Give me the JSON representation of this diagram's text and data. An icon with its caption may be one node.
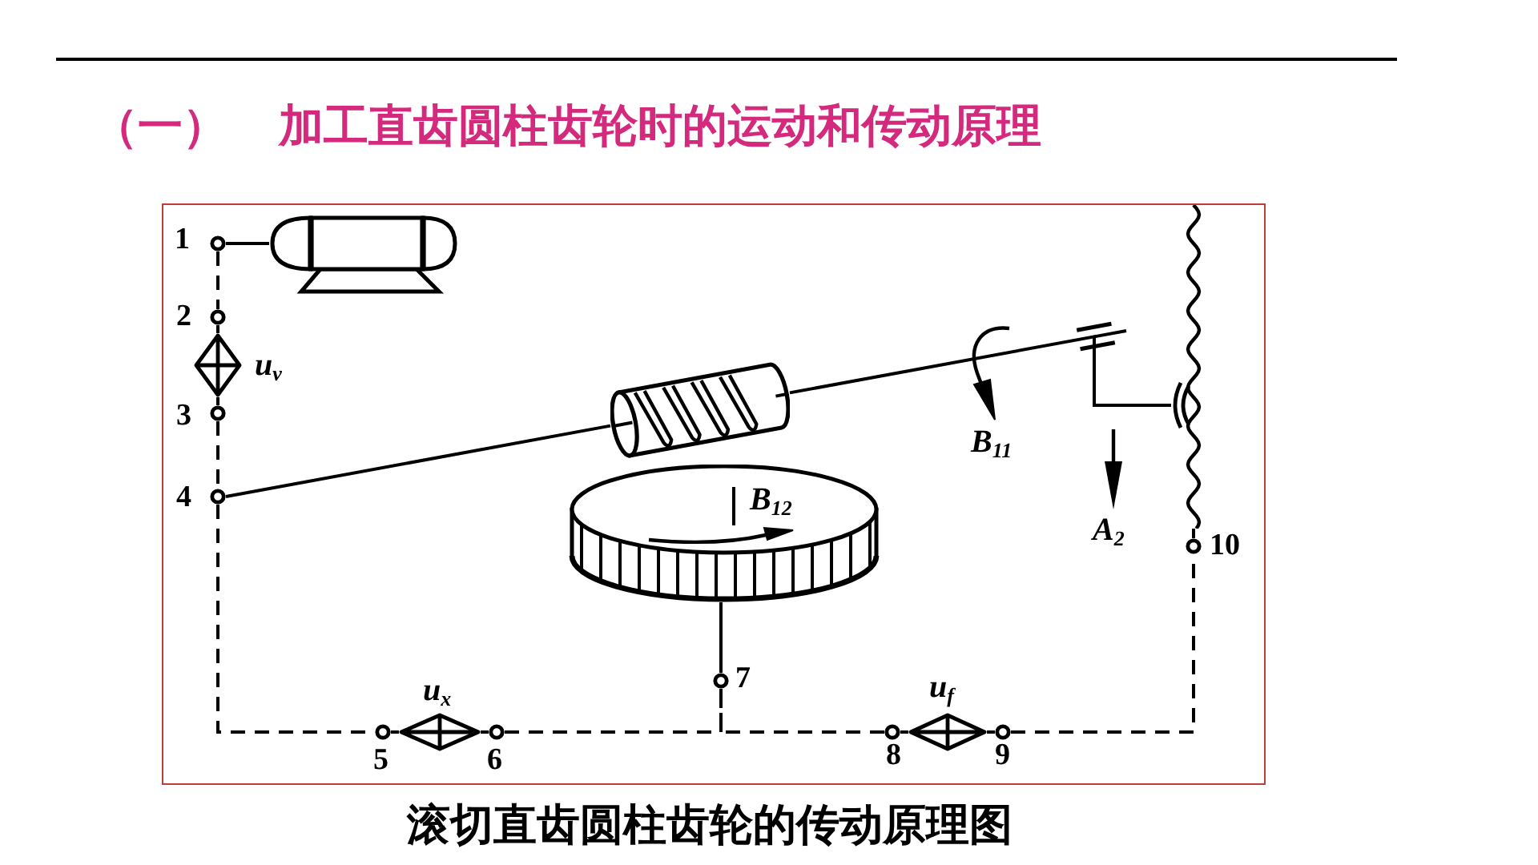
{
  "diagram": {
    "title": "（一） 加工直齿圆柱齿轮时的运动和传动原理",
    "caption": "滚切直齿圆柱齿轮的传动原理图",
    "nodes": [
      {
        "text": [],
        "shape": "circle",
        "beside": [
          "1"
        ]
      },
      {
        "text": [],
        "shape": "picture"
      },
      {
        "text": [],
        "shape": "circle",
        "beside": [
          "2"
        ]
      },
      {
        "text": [],
        "shape": "diamond",
        "beside": [
          "u$_{v}$"
        ]
      },
      {
        "text": [],
        "shape": "circle",
        "beside": [
          "3"
        ]
      },
      {
        "text": [],
        "shape": "picture"
      },
      {
        "text": [],
        "shape": "circle",
        "beside": [
          "4"
        ]
      },
      {
        "text": [],
        "shape": "picture"
      },
      {
        "text": [],
        "shape": "picture"
      },
      {
        "text": [],
        "shape": "circle",
        "beside": [
          "10"
        ]
      },
      {
        "text": [],
        "shape": "circle",
        "beside": [
          "7"
        ]
      },
      {
        "text": [],
        "shape": "circle",
        "beside": [
          "5"
        ]
      },
      {
        "text": [],
        "shape": "diamond",
        "beside": [
          "u$_{x}$"
        ]
      },
      {
        "text": [],
        "shape": "circle",
        "beside": [
          "6"
        ]
      },
      {
        "text": [],
        "shape": "circle",
        "beside": [
          "8"
        ]
      },
      {
        "text": [],
        "shape": "diamond",
        "beside": [
          "u$_{f}$"
        ]
      },
      {
        "text": [],
        "shape": "circle",
        "beside": [
          "9"
        ]
      }
    ],
    "edges": [
      {
        "from": 0,
        "to": 1,
        "arrow": "none"
      },
      {
        "from": 0,
        "to": 2,
        "arrow": "none",
        "style": "dashed"
      },
      {
        "from": 2,
        "to": 3,
        "arrow": "none"
      },
      {
        "from": 3,
        "to": 4,
        "arrow": "none"
      },
      {
        "from": 4,
        "to": 6,
        "arrow": "none",
        "style": "dashed"
      },
      {
        "from": 6,
        "to": 5,
        "arrow": "none"
      },
      {
        "from": 5,
        "to": 8,
        "arrow": "none"
      },
      {
        "from": 6,
        "to": 11,
        "arrow": "none",
        "style": "dashed"
      },
      {
        "from": 11,
        "to": 12,
        "arrow": "none"
      },
      {
        "from": 12,
        "to": 13,
        "arrow": "none"
      },
      {
        "from": 13,
        "to": 10,
        "arrow": "none",
        "style": "dashed"
      },
      {
        "from": 10,
        "to": 7,
        "arrow": "none"
      },
      {
        "from": 10,
        "to": 14,
        "arrow": "none",
        "style": "dashed"
      },
      {
        "from": 14,
        "to": 15,
        "arrow": "none"
      },
      {
        "from": 15,
        "to": 16,
        "arrow": "none"
      },
      {
        "from": 16,
        "to": 9,
        "arrow": "none",
        "style": "dashed"
      },
      {
        "from": 9,
        "to": 8,
        "arrow": "none"
      }
    ],
    "labels": [
      "B$_{11}$",
      "B$_{12}$",
      "A$_{2}$"
    ]
  }
}
